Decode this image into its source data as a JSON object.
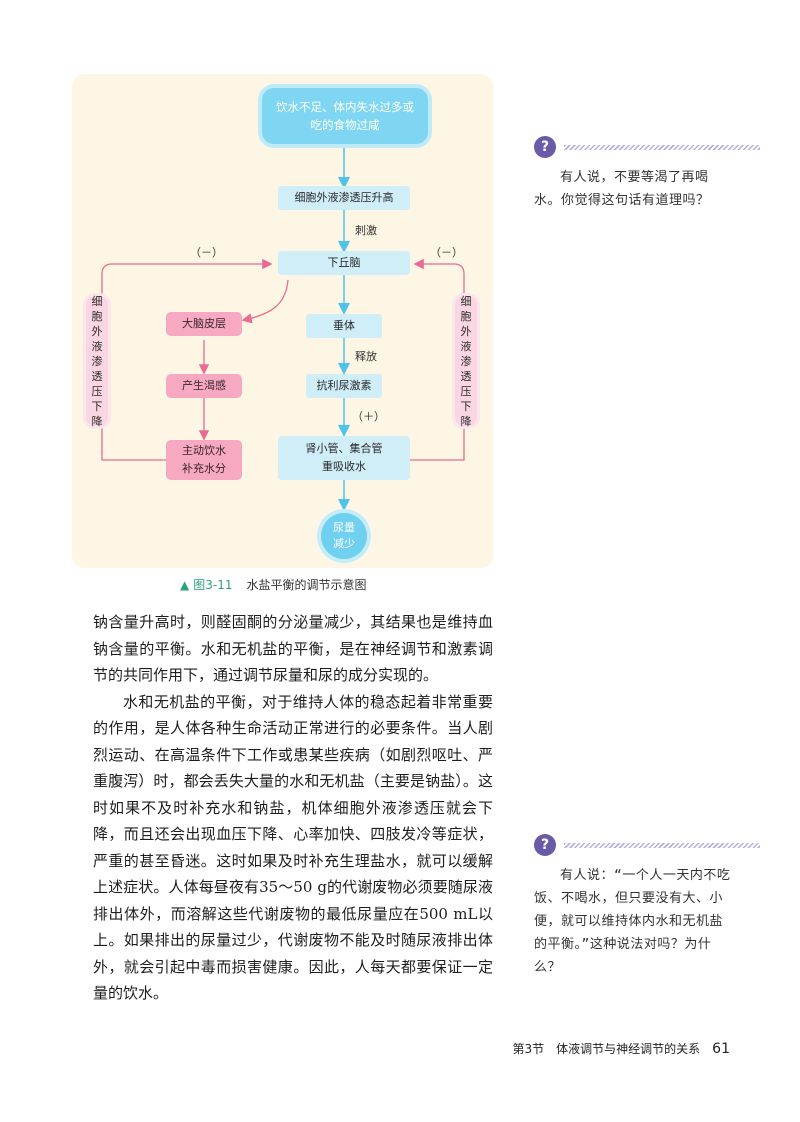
{
  "diagram": {
    "start": "饮水不足、体内失水过多或吃的食物过咸",
    "step_osmotic_up": "细胞外液渗透压升高",
    "label_stimulate": "刺激",
    "hypothalamus": "下丘脑",
    "feedback_left": "（－）",
    "feedback_right": "（－）",
    "cortex": "大脑皮层",
    "thirst": "产生渴感",
    "drink_line1": "主动饮水",
    "drink_line2": "补充水分",
    "pituitary": "垂体",
    "label_release": "释放",
    "adh": "抗利尿激素",
    "label_plus": "（＋）",
    "kidney_line1": "肾小管、集合管",
    "kidney_line2": "重吸收水",
    "urine_line1": "尿量",
    "urine_line2": "减少",
    "osmotic_down_left": "细胞外液渗透压下降",
    "osmotic_down_right": "细胞外液渗透压下降"
  },
  "caption": {
    "number": "图3-11",
    "title": "水盐平衡的调节示意图"
  },
  "body": {
    "para1": "钠含量升高时，则醛固酮的分泌量减少，其结果也是维持血钠含量的平衡。水和无机盐的平衡，是在神经调节和激素调节的共同作用下，通过调节尿量和尿的成分实现的。",
    "para2": "水和无机盐的平衡，对于维持人体的稳态起着非常重要的作用，是人体各种生命活动正常进行的必要条件。当人剧烈运动、在高温条件下工作或患某些疾病（如剧烈呕吐、严重腹泻）时，都会丢失大量的水和无机盐（主要是钠盐）。这时如果不及时补充水和钠盐，机体细胞外液渗透压就会下降，而且还会出现血压下降、心率加快、四肢发冷等症状，严重的甚至昏迷。这时如果及时补充生理盐水，就可以缓解上述症状。人体每昼夜有35～50 g的代谢废物必须要随尿液排出体外，而溶解这些代谢废物的最低尿量应在500 mL以上。如果排出的尿量过少，代谢废物不能及时随尿液排出体外，就会引起中毒而损害健康。因此，人每天都要保证一定量的饮水。"
  },
  "notes": [
    {
      "text": "有人说，不要等渴了再喝水。你觉得这句话有道理吗？"
    },
    {
      "text": "有人说：“一个人一天内不吃饭、不喝水，但只要没有大、小便，就可以维持体内水和无机盐的平衡。”这种说法对吗？为什么？"
    }
  ],
  "footer": {
    "section": "第3节　体液调节与神经调节的关系",
    "page": "61"
  },
  "colors": {
    "panel_bg": "#fdf6e4",
    "blue_arrow": "#4fc3ea",
    "pink_arrow": "#e96b93",
    "caption_accent": "#2aa57a",
    "note_icon": "#6b5aa8"
  }
}
